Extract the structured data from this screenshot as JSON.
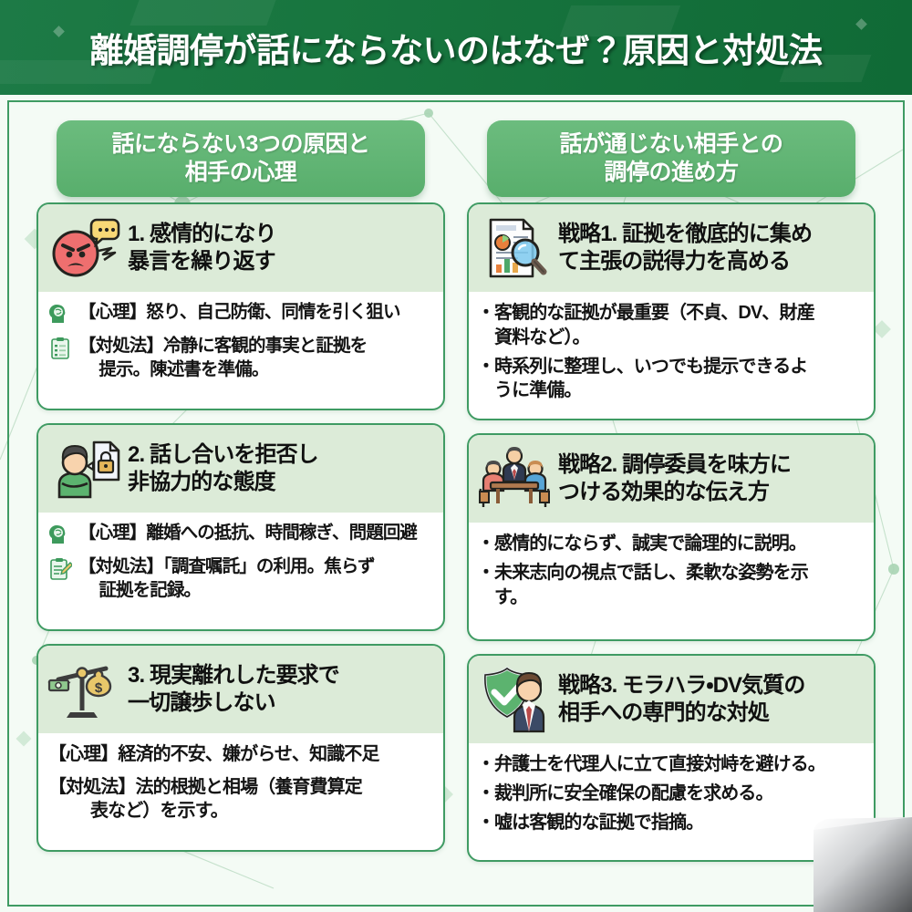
{
  "header": {
    "title": "離婚調停が話にならないのはなぜ？原因と対処法"
  },
  "colors": {
    "header_green": "#16733d",
    "accent_green": "#3f9b63",
    "banner_green": "#58ae6c",
    "card_head_green": "#dcebd8",
    "page_bg": "#f4fbf5"
  },
  "columns": [
    {
      "banner_line1": "話にならない3つの原因と",
      "banner_line2": "相手の心理",
      "cards": [
        {
          "icon": "angry-face-icon",
          "title_line1": "1. 感情的になり",
          "title_line2": "暴言を繰り返す",
          "rows": [
            {
              "icon": "brain-head-icon",
              "lines": [
                "【心理】怒り、自己防衛、同情を引く狙い"
              ]
            },
            {
              "icon": "clipboard-icon",
              "lines": [
                "【対処法】冷静に客観的事実と証拠を",
                "提示。陳述書を準備。"
              ]
            }
          ]
        },
        {
          "icon": "person-lock-document-icon",
          "title_line1": "2. 話し合いを拒否し",
          "title_line2": "非協力的な態度",
          "rows": [
            {
              "icon": "brain-head-icon",
              "lines": [
                "【心理】離婚への抵抗、時間稼ぎ、問題回避"
              ]
            },
            {
              "icon": "clipboard-pencil-icon",
              "lines": [
                "【対処法】「調査嘱託」の利用。焦らず",
                "証拠を記録。"
              ]
            }
          ]
        },
        {
          "icon": "balance-scale-money-icon",
          "title_line1": "3. 現実離れした要求で",
          "title_line2": "一切譲歩しない",
          "rows": [
            {
              "icon": "none",
              "lines": [
                "【心理】経済的不安、嫌がらせ、知識不足"
              ]
            },
            {
              "icon": "none",
              "lines": [
                "【対処法】法的根拠と相場（養育費算定",
                "表など）を示す。"
              ]
            }
          ]
        }
      ]
    },
    {
      "banner_line1": "話が通じない相手との",
      "banner_line2": "調停の進め方",
      "cards": [
        {
          "icon": "document-magnifier-icon",
          "title_line1": "戦略1. 証拠を徹底的に集め",
          "title_line2": "て主張の説得力を高める",
          "bullets": [
            [
              "客観的な証拠が最重要（不貞、DV、財産",
              "資料など）。"
            ],
            [
              "時系列に整理し、いつでも提示できるよ",
              "うに準備。"
            ]
          ]
        },
        {
          "icon": "mediation-table-icon",
          "title_line1": "戦略2. 調停委員を味方に",
          "title_line2": "つける効果的な伝え方",
          "bullets": [
            [
              "感情的にならず、誠実で論理的に説明。"
            ],
            [
              "未来志向の視点で話し、柔軟な姿勢を示",
              "す。"
            ]
          ]
        },
        {
          "icon": "shield-lawyer-icon",
          "title_line1": "戦略3. モラハラ・DV気質の",
          "title_line2": "相手への専門的な対処",
          "bullets": [
            [
              "弁護士を代理人に立て直接対峙を避ける。"
            ],
            [
              "裁判所に安全確保の配慮を求める。"
            ],
            [
              "嘘は客観的な証拠で指摘。"
            ]
          ]
        }
      ]
    }
  ]
}
